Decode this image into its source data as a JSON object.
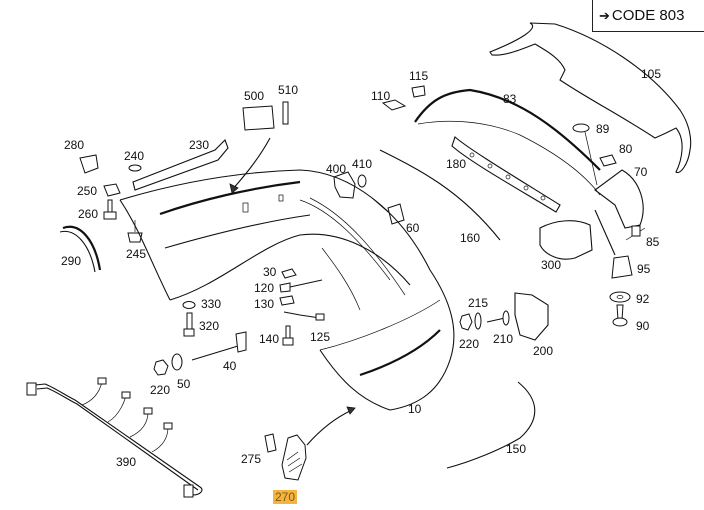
{
  "diagram": {
    "title_code": "CODE 803",
    "code_arrow_icon": "arrow-right-icon",
    "highlighted_part": "270",
    "highlight_color": "#f5b440",
    "parts": [
      {
        "id": "10",
        "label": "10"
      },
      {
        "id": "30",
        "label": "30"
      },
      {
        "id": "40",
        "label": "40"
      },
      {
        "id": "50",
        "label": "50"
      },
      {
        "id": "60",
        "label": "60"
      },
      {
        "id": "70",
        "label": "70"
      },
      {
        "id": "80",
        "label": "80"
      },
      {
        "id": "83",
        "label": "83"
      },
      {
        "id": "85",
        "label": "85"
      },
      {
        "id": "89",
        "label": "89"
      },
      {
        "id": "90",
        "label": "90"
      },
      {
        "id": "92",
        "label": "92"
      },
      {
        "id": "95",
        "label": "95"
      },
      {
        "id": "105",
        "label": "105"
      },
      {
        "id": "110",
        "label": "110"
      },
      {
        "id": "115",
        "label": "115"
      },
      {
        "id": "120",
        "label": "120"
      },
      {
        "id": "125",
        "label": "125"
      },
      {
        "id": "130",
        "label": "130"
      },
      {
        "id": "140",
        "label": "140"
      },
      {
        "id": "150",
        "label": "150"
      },
      {
        "id": "160",
        "label": "160"
      },
      {
        "id": "180",
        "label": "180"
      },
      {
        "id": "200",
        "label": "200"
      },
      {
        "id": "210",
        "label": "210"
      },
      {
        "id": "215",
        "label": "215"
      },
      {
        "id": "220a",
        "label": "220"
      },
      {
        "id": "220b",
        "label": "220"
      },
      {
        "id": "230",
        "label": "230"
      },
      {
        "id": "240",
        "label": "240"
      },
      {
        "id": "245",
        "label": "245"
      },
      {
        "id": "250",
        "label": "250"
      },
      {
        "id": "260",
        "label": "260"
      },
      {
        "id": "270",
        "label": "270"
      },
      {
        "id": "275",
        "label": "275"
      },
      {
        "id": "280",
        "label": "280"
      },
      {
        "id": "290",
        "label": "290"
      },
      {
        "id": "300",
        "label": "300"
      },
      {
        "id": "320",
        "label": "320"
      },
      {
        "id": "330",
        "label": "330"
      },
      {
        "id": "390",
        "label": "390"
      },
      {
        "id": "400",
        "label": "400"
      },
      {
        "id": "410",
        "label": "410"
      },
      {
        "id": "500",
        "label": "500"
      },
      {
        "id": "510",
        "label": "510"
      }
    ]
  }
}
